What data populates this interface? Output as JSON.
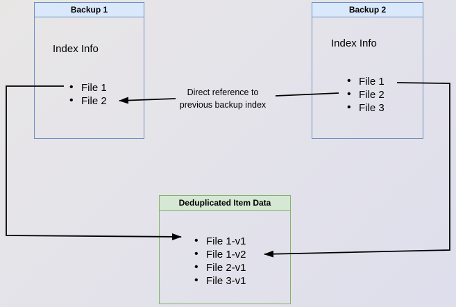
{
  "colors": {
    "blue_border": "#6c8ebf",
    "blue_header_fill": "#dae8fc",
    "green_border": "#82b366",
    "green_header_fill": "#d5e8d4",
    "connector": "#000000"
  },
  "backup1": {
    "title": "Backup 1",
    "section_label": "Index Info",
    "items": [
      "File 1",
      "File 2"
    ]
  },
  "backup2": {
    "title": "Backup 2",
    "section_label": "Index Info",
    "items": [
      "File 1",
      "File 2",
      "File 3"
    ]
  },
  "dedup_store": {
    "title": "Deduplicated Item Data",
    "items": [
      "File 1-v1",
      "File 1-v2",
      "File 2-v1",
      "File 3-v1"
    ]
  },
  "annotation": {
    "line1": "Direct reference to",
    "line2": "previous backup index"
  }
}
